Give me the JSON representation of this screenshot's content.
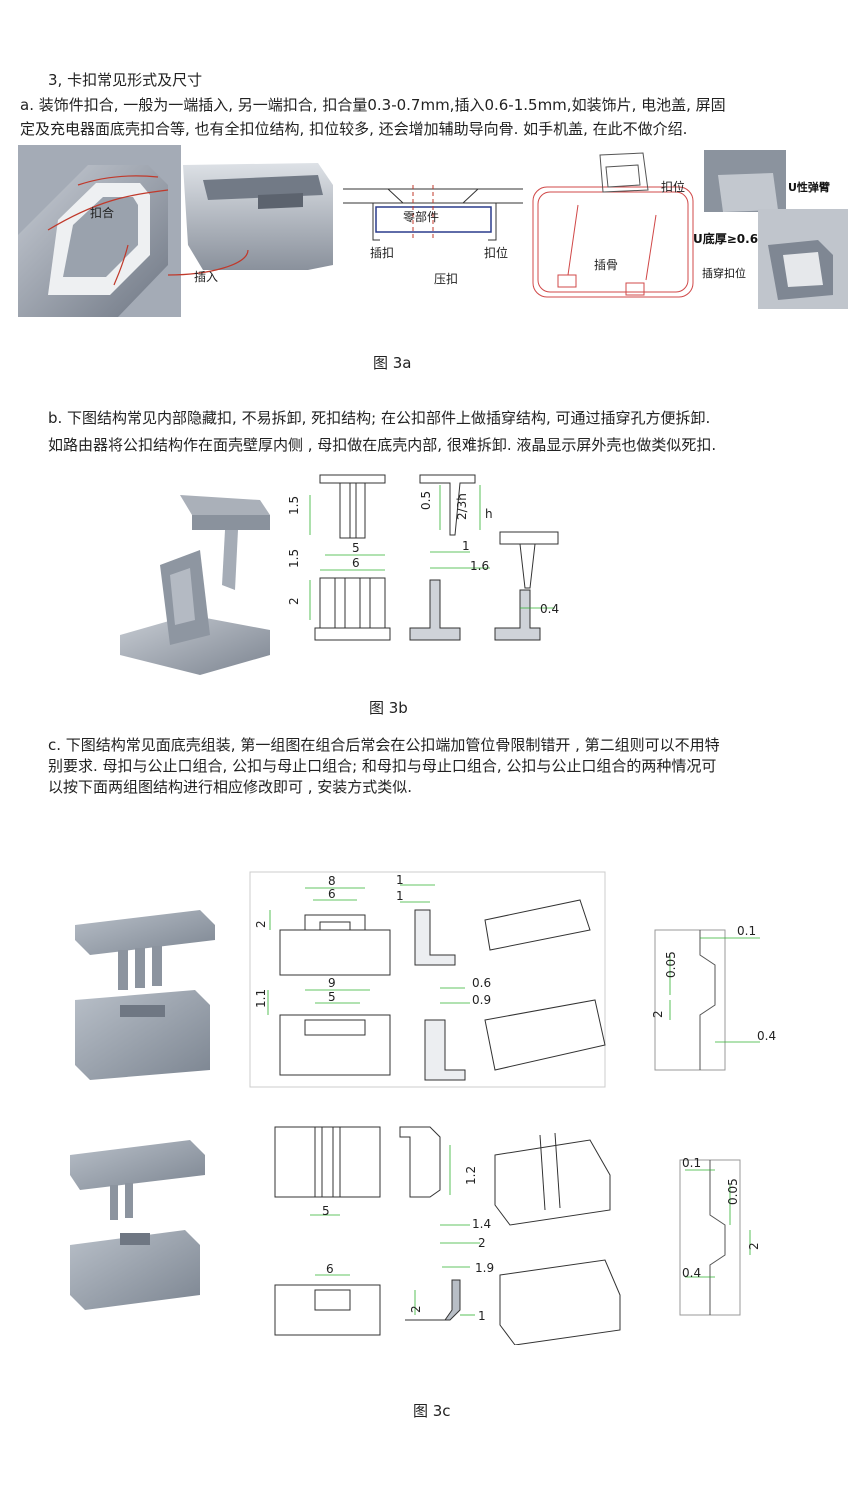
{
  "heading": "3,  卡扣常见形式及尺寸",
  "section_a": {
    "line1": "a. 装饰件扣合, 一般为一端插入, 另一端扣合, 扣合量0.3-0.7mm,插入0.6-1.5mm,如装饰片, 电池盖, 屏固",
    "line2": "定及充电器面底壳扣合等, 也有全扣位结构, 扣位较多, 还会增加辅助导向骨. 如手机盖, 在此不做介绍.",
    "caption": "图      3a",
    "labels": {
      "kouhe": "扣合",
      "charu": "插入",
      "lingbujian": "零部件",
      "chakou": "插扣",
      "kouwei": "扣位",
      "yakou": "压扣",
      "kouwei2": "扣位",
      "chagu": "插骨",
      "u_spring": "U性弹臂",
      "u_bottom": "U底厚≥0.6",
      "chachuan": "插穿扣位"
    }
  },
  "section_b": {
    "line1": "b. 下图结构常见内部隐藏扣, 不易拆卸, 死扣结构; 在公扣部件上做插穿结构, 可通过插穿孔方便拆卸.",
    "line2": "如路由器将公扣结构作在面壳壁厚内侧 , 母扣做在底壳内部, 很难拆卸. 液晶显示屏外壳也做类似死扣.",
    "caption": "图      3b",
    "dims": {
      "d1": "1.5",
      "d2": "0.5",
      "d3": "2/3h",
      "d4": "h",
      "d5": "5",
      "d6": "1",
      "d7": "1.5",
      "d8": "6",
      "d9": "1.6",
      "d10": "2",
      "d11": "0.4"
    }
  },
  "section_c": {
    "line1": "c. 下图结构常见面底壳组装, 第一组图在组合后常会在公扣端加管位骨限制错开 , 第二组则可以不用特",
    "line2": "别要求. 母扣与公止口组合, 公扣与母止口组合; 和母扣与母止口组合, 公扣与公止口组合的两种情况可",
    "line3": "以按下面两组图结构进行相应修改即可 , 安装方式类似.",
    "caption": "图      3c",
    "dims1": {
      "a": "8",
      "b": "6",
      "c": "1",
      "d": "1",
      "e": "2",
      "f": "9",
      "g": "5",
      "h": "1.1",
      "i": "0.6",
      "j": "0.9"
    },
    "dims1r": {
      "a": "0.1",
      "b": "0.05",
      "c": "2",
      "d": "0.4"
    },
    "dims2": {
      "a": "1.2",
      "b": "5",
      "c": "1.4",
      "d": "2",
      "e": "6",
      "f": "1.9",
      "g": "2",
      "h": "1"
    },
    "dims2r": {
      "a": "0.1",
      "b": "0.05",
      "c": "2",
      "d": "0.4"
    }
  }
}
